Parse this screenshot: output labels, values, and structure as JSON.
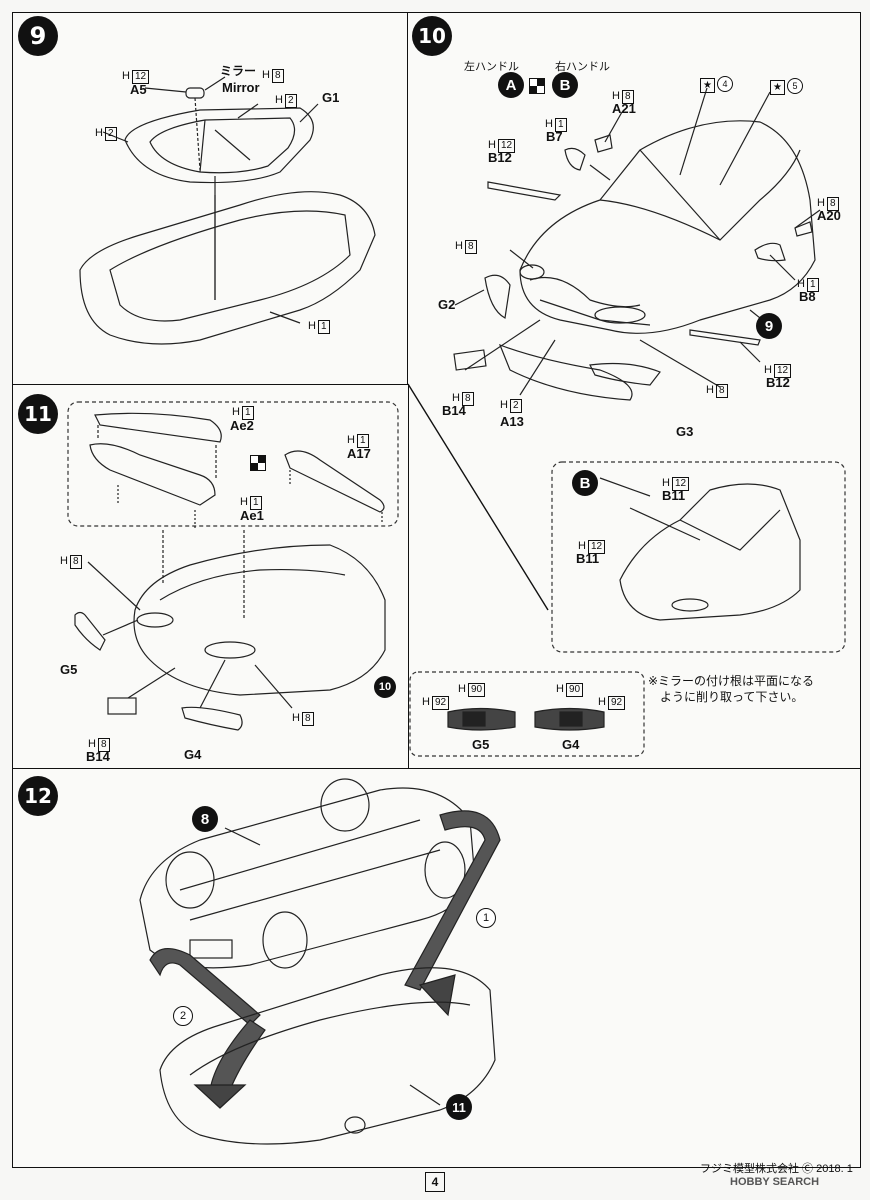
{
  "steps": {
    "s9": "9",
    "s10": "10",
    "s11": "11",
    "s12": "12",
    "s10_small": "10"
  },
  "step9": {
    "h12": "H",
    "h12_box": "12",
    "a5": "A5",
    "mirror_jp": "ミラー",
    "mirror_en": "Mirror",
    "h8": "H",
    "h8_box": "8",
    "h2a": "H",
    "h2a_box": "2",
    "g1": "G1",
    "h2b": "H",
    "h2b_box": "2",
    "h1": "H",
    "h1_box": "1"
  },
  "step10": {
    "left_handle": "左ハンドル",
    "right_handle": "右ハンドル",
    "badge_a": "A",
    "badge_b": "B",
    "star4": "4",
    "star5": "5",
    "h8_a21": "H",
    "h8_a21_box": "8",
    "a21": "A21",
    "h1_b7": "H",
    "h1_b7_box": "1",
    "b7": "B7",
    "h12_b12": "H",
    "h12_b12_box": "12",
    "b12": "B12",
    "h8_a20": "H",
    "h8_a20_box": "8",
    "a20": "A20",
    "h8_g2": "H",
    "h8_g2_box": "8",
    "g2": "G2",
    "h1_b8": "H",
    "h1_b8_box": "1",
    "b8": "B8",
    "nine": "9",
    "h12_b12b": "H",
    "h12_b12b_box": "12",
    "b12b": "B12",
    "h8_b14": "H",
    "h8_b14_box": "8",
    "b14": "B14",
    "h2_a13": "H",
    "h2_a13_box": "2",
    "a13": "A13",
    "h8_g3": "H",
    "h8_g3_box": "8",
    "g3": "G3",
    "inset_b": "B",
    "h12_b11a": "H",
    "h12_b11a_box": "12",
    "b11a": "B11",
    "h12_b11b": "H",
    "h12_b11b_box": "12",
    "b11b": "B11"
  },
  "step11": {
    "h1_ae2": "H",
    "h1_ae2_box": "1",
    "ae2": "Ae2",
    "h1_a17": "H",
    "h1_a17_box": "1",
    "a17": "A17",
    "h1_ae1": "H",
    "h1_ae1_box": "1",
    "ae1": "Ae1",
    "h8_top": "H",
    "h8_top_box": "8",
    "g5": "G5",
    "h8_b14": "H",
    "h8_b14_box": "8",
    "b14": "B14",
    "g4": "G4",
    "h8_right": "H",
    "h8_right_box": "8"
  },
  "lights": {
    "h92a": "H",
    "h92a_box": "92",
    "h90a": "H",
    "h90a_box": "90",
    "g5": "G5",
    "h90b": "H",
    "h90b_box": "90",
    "h92b": "H",
    "h92b_box": "92",
    "g4": "G4"
  },
  "note": {
    "line1": "※ミラーの付け根は平面になる",
    "line2": "ように削り取って下さい。"
  },
  "step12": {
    "eight": "8",
    "one": "1",
    "two": "2",
    "eleven": "11"
  },
  "footer": {
    "page": "4",
    "copyright": "フジミ模型株式会社 Ⓒ 2018. 1",
    "watermark": "HOBBY SEARCH"
  }
}
